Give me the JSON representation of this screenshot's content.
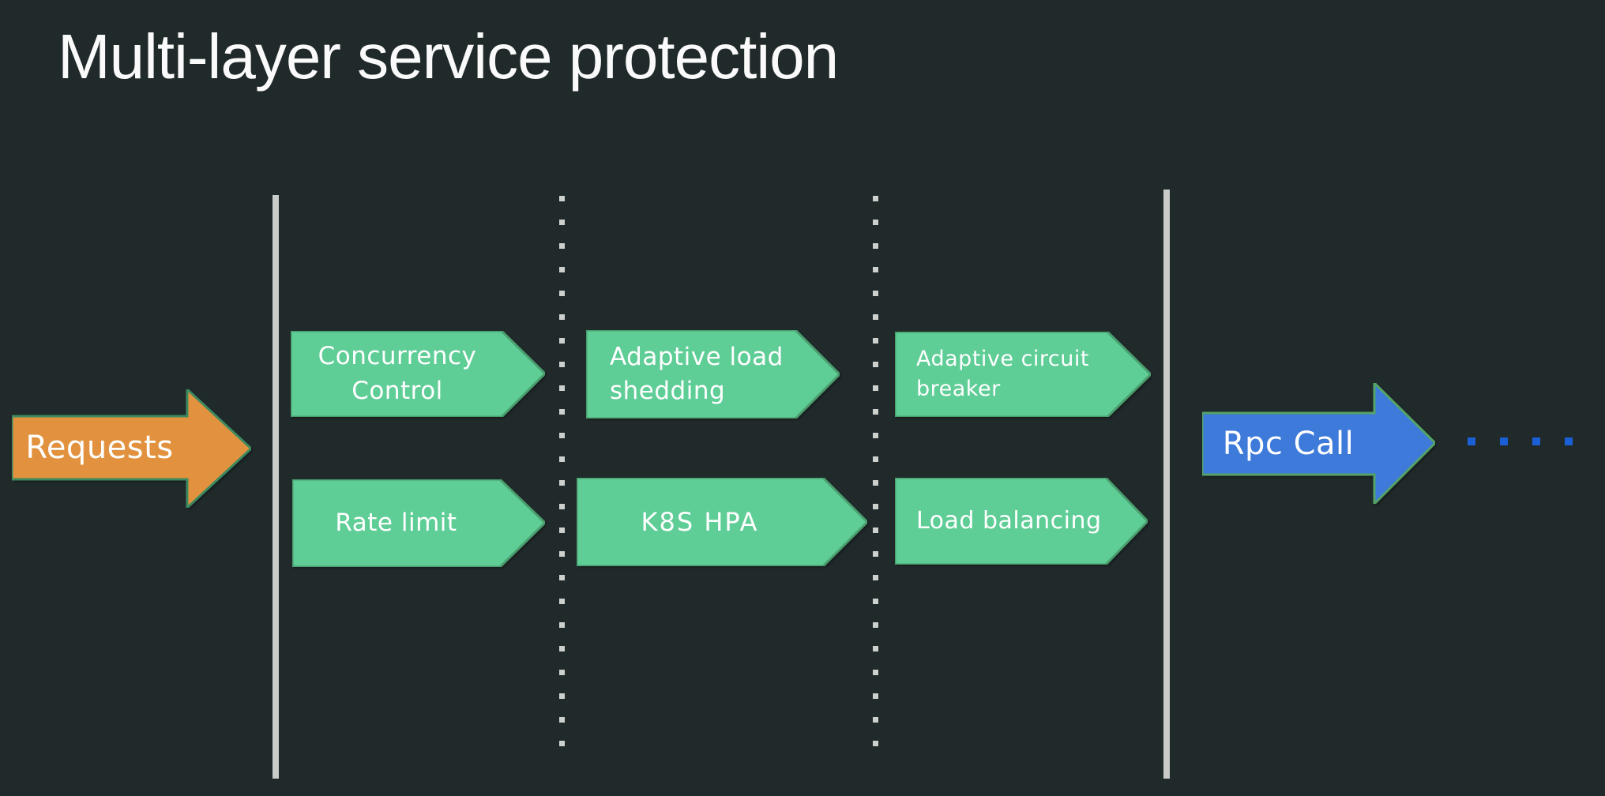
{
  "title": "Multi-layer service protection",
  "flow": {
    "input_arrow": {
      "label": "Requests"
    },
    "output_arrow": {
      "label": "Rpc Call",
      "continuation_dots": 4
    }
  },
  "stages": [
    {
      "top": {
        "label": "Concurrency Control"
      },
      "bottom": {
        "label": "Rate limit"
      }
    },
    {
      "top": {
        "label": "Adaptive load shedding"
      },
      "bottom": {
        "label": "K8S HPA"
      }
    },
    {
      "top": {
        "label": "Adaptive circuit breaker"
      },
      "bottom": {
        "label": "Load balancing"
      }
    }
  ],
  "colors": {
    "background": "#212a2b",
    "title_text": "#fafafa",
    "label_text": "#ffffff",
    "stage_fill": "#5fcd96",
    "stage_border": "#4a9e6e",
    "input_fill": "#e2923e",
    "input_border": "#3d8a60",
    "output_fill": "#3e7ad9",
    "output_border": "#54a367",
    "solid_line": "#c9cbc9",
    "dotted_line": "#cdd1ce",
    "continuation_dot": "#1b5fd6"
  }
}
